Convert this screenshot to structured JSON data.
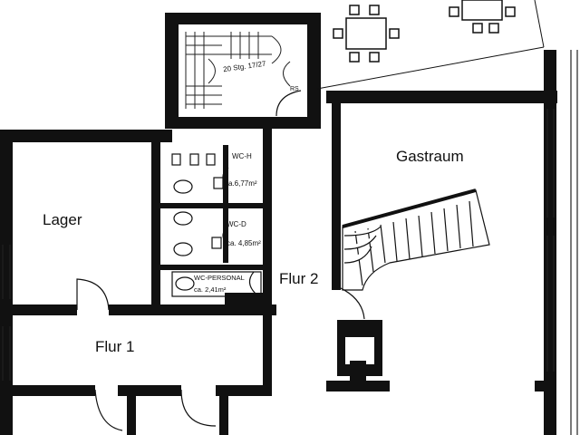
{
  "rooms": {
    "gastraum": "Gastraum",
    "lager": "Lager",
    "flur1": "Flur 1",
    "flur2": "Flur 2"
  },
  "stair": {
    "label": "20 Stg. 17/27",
    "rs": "RS"
  },
  "wc": {
    "wc_h": "WC-H",
    "wc_h_area": "ca.6,77m²",
    "wc_d": "WC-D",
    "wc_d_area": "ca. 4,85m²",
    "wc_personal": "WC-PERSONAL",
    "wc_personal_area": "ca. 2,41m²"
  },
  "colors": {
    "wall": "#111111",
    "line": "#222222",
    "background": "#ffffff"
  }
}
